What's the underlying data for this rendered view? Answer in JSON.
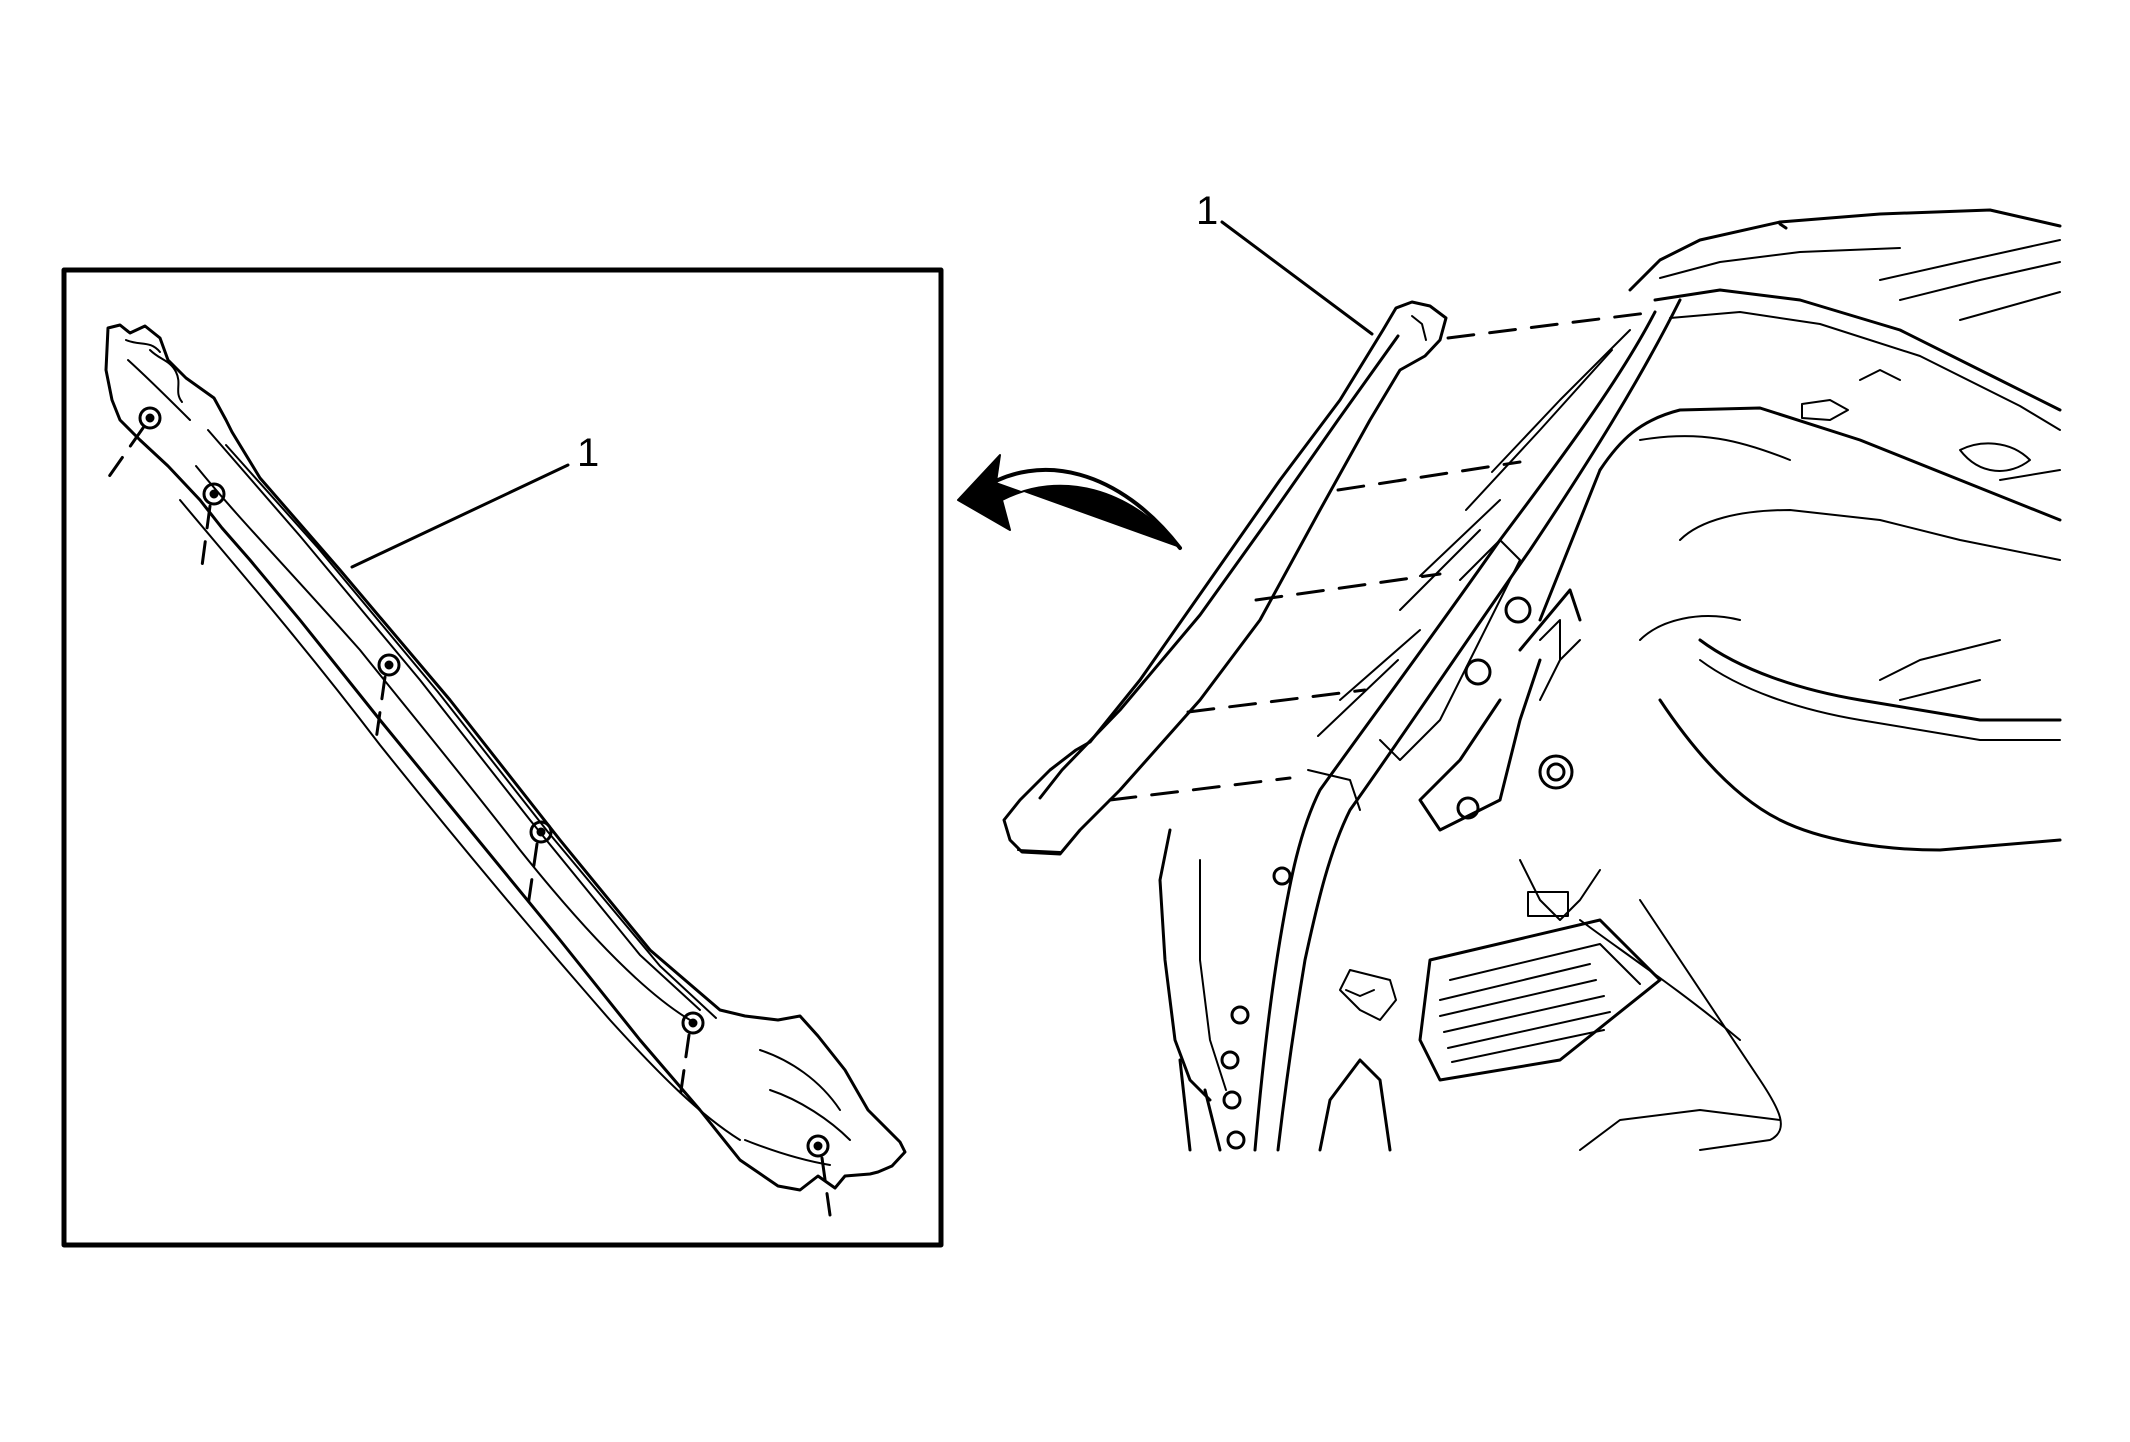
{
  "figure": {
    "detail_callout": "1",
    "main_callout": "1"
  },
  "colors": {
    "line": "#000000",
    "background": "#ffffff"
  },
  "parts": [
    {
      "ref": "1",
      "view": "detail-inset",
      "fastener_clips": 6
    },
    {
      "ref": "1",
      "view": "vehicle-interior"
    }
  ]
}
